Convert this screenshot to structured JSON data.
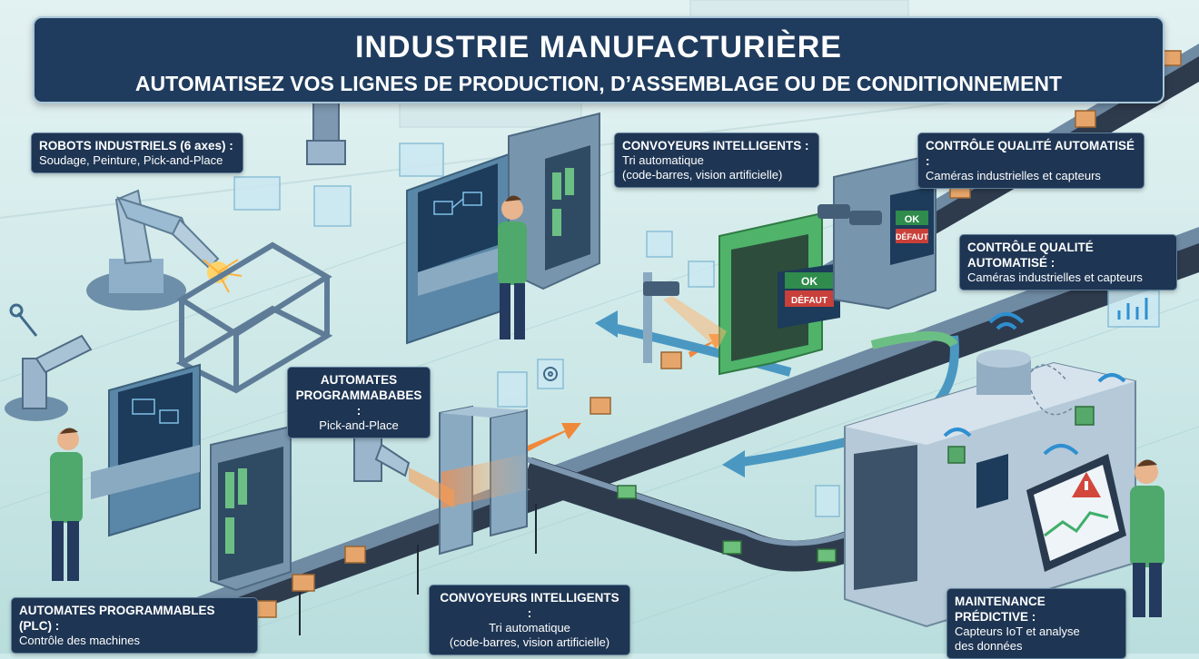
{
  "header": {
    "title": "INDUSTRIE MANUFACTURIÈRE",
    "subtitle": "AUTOMATISEZ VOS LIGNES DE PRODUCTION, D’ASSEMBLAGE OU DE CONDITIONNEMENT"
  },
  "callouts": {
    "robots": {
      "title": "ROBOTS INDUSTRIELS (6 axes) :",
      "desc": "Soudage, Peinture, Pick-and-Place"
    },
    "convoyeurs_top": {
      "title": "CONVOYEURS INTELLIGENTS :",
      "desc1": "Tri automatique",
      "desc2": "(code-barres, vision artificielle)"
    },
    "qualite_top": {
      "title": "CONTRÔLE QUALITÉ AUTOMATISÉ :",
      "desc": "Caméras industrielles et capteurs"
    },
    "qualite_mid": {
      "title": "CONTRÔLE QUALITÉ AUTOMATISÉ :",
      "desc": "Caméras industrielles et capteurs"
    },
    "automates_mid": {
      "title1": "AUTOMATES",
      "title2": "PROGRAMMABABES :",
      "desc": "Pick-and-Place"
    },
    "plc": {
      "title": "AUTOMATES PROGRAMMABLES (PLC) :",
      "desc": "Contrôle des machines"
    },
    "convoyeurs_bottom": {
      "title": "CONVOYEURS INTELLIGENTS :",
      "desc1": "Tri automatique",
      "desc2": "(code-barres, vision artificielle)"
    },
    "maintenance": {
      "title": "MAINTENANCE PRÉDICTIVE :",
      "desc1": "Capteurs IoT et analyse",
      "desc2": "des données"
    }
  },
  "screens": {
    "ok_label": "OK",
    "defaut_label": "DÉFAUT"
  },
  "colors": {
    "background": "#cfeaea",
    "banner": "#1f3c5e",
    "label_bg": "#1e3553",
    "accent_orange": "#f0883a",
    "accent_green": "#3fae6a",
    "accent_red": "#d2463c",
    "machine_blue": "#5a8fb3",
    "conveyor": "#3b4a5e"
  },
  "icons": [
    "wrench-icon",
    "gear-icon",
    "wifi-icon",
    "warning-icon",
    "chart-icon",
    "camera-icon",
    "weld-spark-icon",
    "cloud-database-icon"
  ]
}
